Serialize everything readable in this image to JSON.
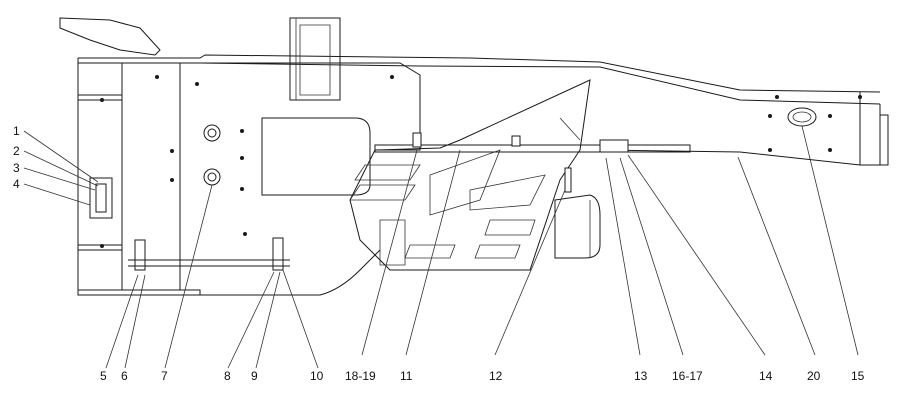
{
  "callouts": [
    {
      "label": "1"
    },
    {
      "label": "2"
    },
    {
      "label": "3"
    },
    {
      "label": "4"
    },
    {
      "label": "5"
    },
    {
      "label": "6"
    },
    {
      "label": "7"
    },
    {
      "label": "8"
    },
    {
      "label": "9"
    },
    {
      "label": "10"
    },
    {
      "label": "18-19"
    },
    {
      "label": "11"
    },
    {
      "label": "12"
    },
    {
      "label": "13"
    },
    {
      "label": "16-17"
    },
    {
      "label": "14"
    },
    {
      "label": "20"
    },
    {
      "label": "15"
    }
  ]
}
